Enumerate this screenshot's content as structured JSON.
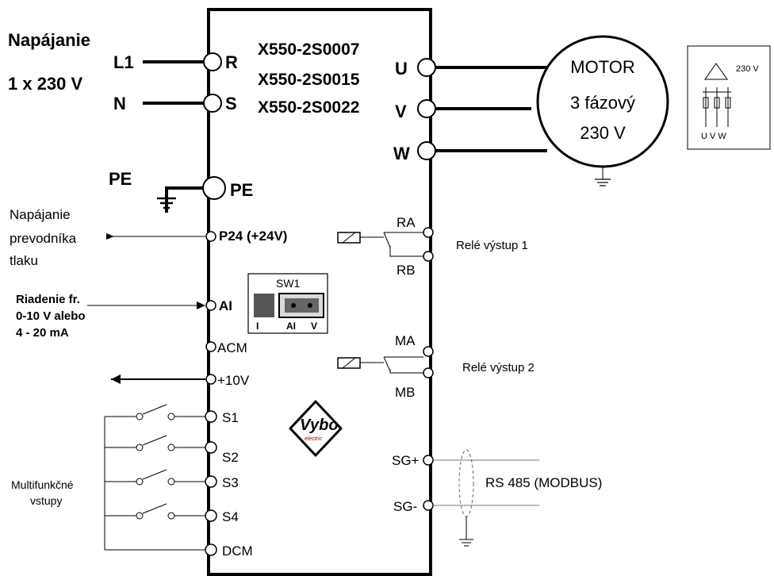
{
  "power": {
    "title": "Napájanie",
    "voltage": "1 x 230 V"
  },
  "inputs": {
    "l1": "L1",
    "n": "N",
    "pe": "PE"
  },
  "terminals": {
    "r": "R",
    "s": "S",
    "pe": "PE",
    "p24": "P24 (+24V)",
    "ai": "AI",
    "acm": "ACM",
    "plus10v": "+10V",
    "s1": "S1",
    "s2": "S2",
    "s3": "S3",
    "s4": "S4",
    "dcm": "DCM",
    "u": "U",
    "v": "V",
    "w": "W",
    "ra": "RA",
    "rb": "RB",
    "ma": "MA",
    "mb": "MB",
    "sgp": "SG+",
    "sgm": "SG-"
  },
  "models": [
    "X550-2S0007",
    "X550-2S0015",
    "X550-2S0022"
  ],
  "motor": {
    "line1": "MOTOR",
    "line2": "3 fázový",
    "line3": "230 V"
  },
  "delta_box": {
    "voltage": "230 V",
    "terminals": "U V W"
  },
  "sensor_supply": [
    "Napájanie",
    "prevodníka",
    "tlaku"
  ],
  "freq_control": [
    "Riadenie fr.",
    "0-10 V alebo",
    "4 - 20 mA"
  ],
  "sw1": {
    "label": "SW1",
    "pos_i": "I",
    "pos_ai": "AI",
    "pos_v": "V"
  },
  "relays": {
    "out1": "Relé výstup 1",
    "out2": "Relé výstup 2"
  },
  "multifunction": [
    "Multifunkčné",
    "vstupy"
  ],
  "comm": "RS 485 (MODBUS)",
  "logo": {
    "brand": "Vybo",
    "sub": "electric"
  }
}
